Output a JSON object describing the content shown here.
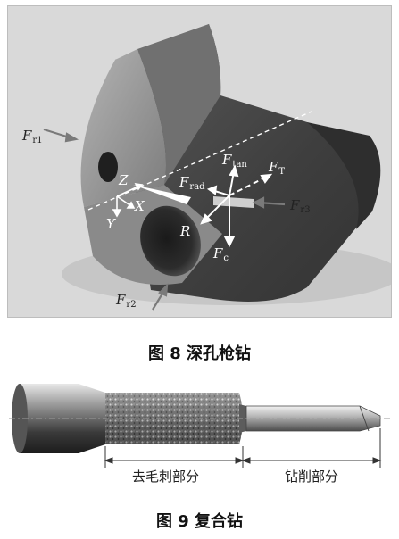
{
  "figure8": {
    "labels": {
      "f_r1": {
        "sym": "F",
        "sub": "r1"
      },
      "f_r2": {
        "sym": "F",
        "sub": "r2"
      },
      "f_r3": {
        "sym": "F",
        "sub": "r3"
      },
      "f_tan": {
        "sym": "F",
        "sub": "tan"
      },
      "f_t": {
        "sym": "F",
        "sub": "T"
      },
      "f_rad": {
        "sym": "F",
        "sub": "rad"
      },
      "f_c": {
        "sym": "F",
        "sub": "c"
      },
      "z": "Z",
      "x": "X",
      "y": "Y",
      "r": "R"
    },
    "caption": "图 8  深孔枪钻"
  },
  "figure9": {
    "deburr_label": "去毛刺部分",
    "drill_label": "钻削部分",
    "caption": "图 9  复合钻"
  },
  "colors": {
    "body_dark": "#4a4a4a",
    "face_light": "#9e9e9e",
    "background_panel": "#d9d9d9"
  }
}
